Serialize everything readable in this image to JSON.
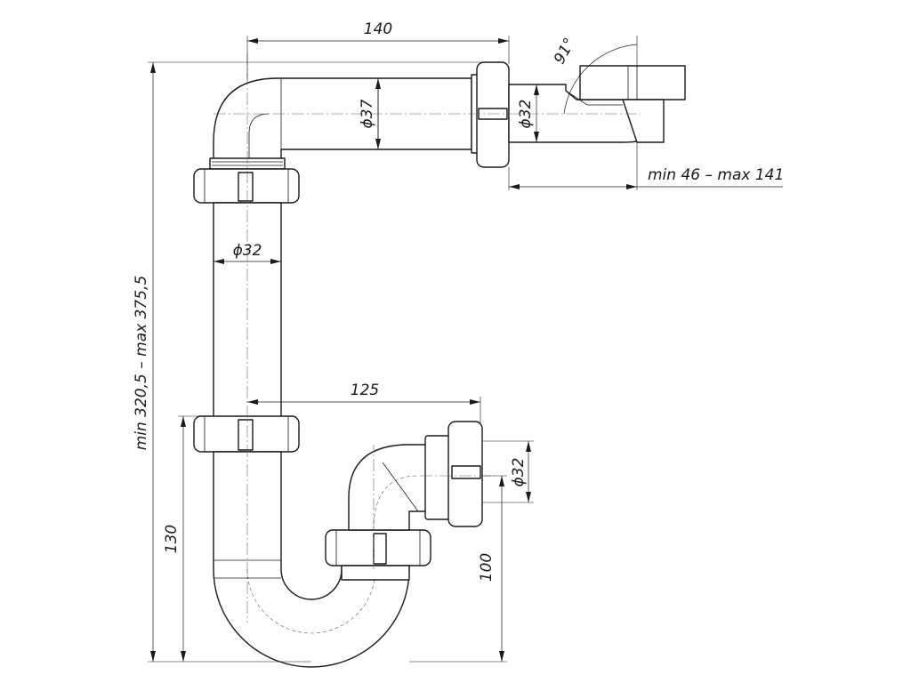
{
  "drawing": {
    "colors": {
      "line": "#1a1a1a",
      "background": "#ffffff"
    },
    "dimensions": {
      "top_length": "140",
      "outlet_angle": "91°",
      "dia_top_pipe": "ϕ37",
      "dia_outlet": "ϕ32",
      "outlet_range": "min 46 – max 141",
      "dia_vertical": "ϕ32",
      "total_height": "min 320,5 – max 375,5",
      "trap_offset": "125",
      "dia_inlet": "ϕ32",
      "trap_height": "130",
      "inlet_height": "100"
    }
  }
}
